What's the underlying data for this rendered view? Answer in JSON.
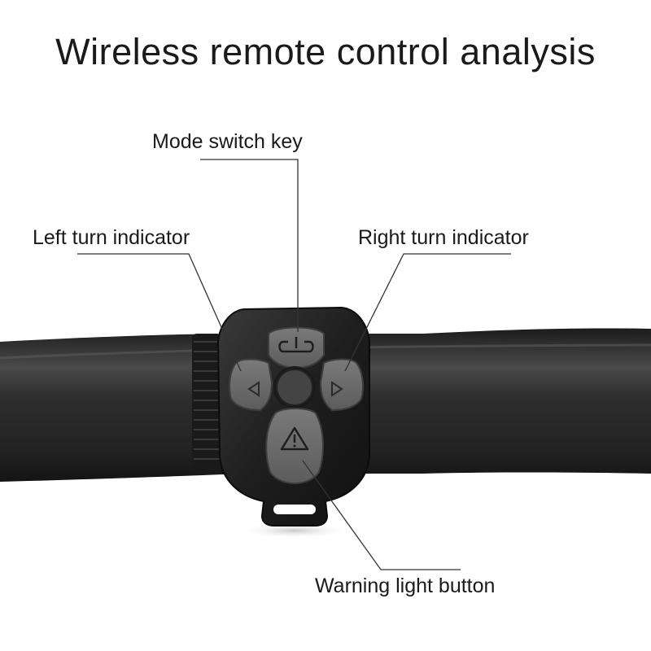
{
  "title": "Wireless remote control analysis",
  "callouts": {
    "mode_switch": "Mode switch key",
    "left_turn": "Left turn indicator",
    "right_turn": "Right turn indicator",
    "warning": "Warning light button"
  },
  "icons": {
    "mode_button": "power-icon",
    "left_button": "left-arrow-icon",
    "right_button": "right-arrow-icon",
    "warning_button": "warning-triangle-icon"
  },
  "colors": {
    "background": "#ffffff",
    "handlebar": "#2a2a2a",
    "remote_body": "#1e1e1e",
    "button": "#6c6c6c",
    "text": "#1a1a1a"
  }
}
